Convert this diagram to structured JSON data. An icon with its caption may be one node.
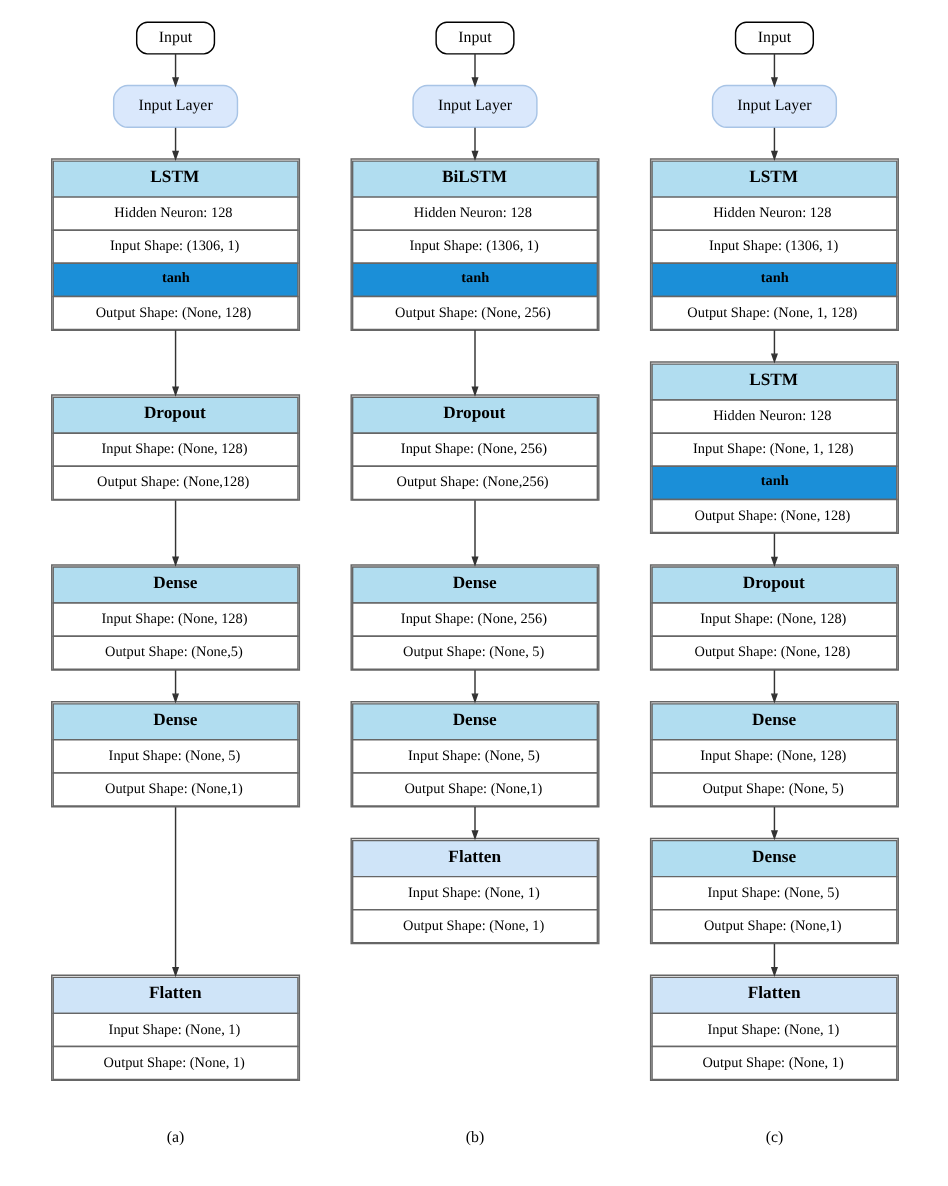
{
  "diagram": {
    "nodes": [
      {
        "text": [
          "Input"
        ]
      },
      {
        "text": [
          "Input Layer"
        ]
      },
      {
        "text": [
          "LSTM",
          "Hidden Neuron: 128",
          "Input Shape: (1306, 1)",
          "tanh",
          "Output Shape: (None, 128)"
        ]
      },
      {
        "text": [
          "Dropout",
          "Input Shape: (None, 128)",
          "Output Shape: (None,128)"
        ]
      },
      {
        "text": [
          "Dense",
          "Input Shape: (None, 128)",
          "Output Shape: (None,5)"
        ]
      },
      {
        "text": [
          "Dense",
          "Input Shape: (None, 5)",
          "Output Shape: (None,1)"
        ]
      },
      {
        "text": [
          "Flatten",
          "Input Shape: (None, 1)",
          "Output Shape: (None, 1)"
        ]
      },
      {
        "text": [
          "Input"
        ]
      },
      {
        "text": [
          "Input Layer"
        ]
      },
      {
        "text": [
          "BiLSTM",
          "Hidden Neuron: 128",
          "Input Shape: (1306, 1)",
          "tanh",
          "Output Shape: (None, 256)"
        ]
      },
      {
        "text": [
          "Dropout",
          "Input Shape: (None, 256)",
          "Output Shape: (None,256)"
        ]
      },
      {
        "text": [
          "Dense",
          "Input Shape: (None, 256)",
          "Output Shape: (None, 5)"
        ]
      },
      {
        "text": [
          "Dense",
          "Input Shape: (None, 5)",
          "Output Shape: (None,1)"
        ]
      },
      {
        "text": [
          "Flatten",
          "Input Shape: (None, 1)",
          "Output Shape: (None, 1)"
        ]
      },
      {
        "text": [
          "Input"
        ]
      },
      {
        "text": [
          "Input Layer"
        ]
      },
      {
        "text": [
          "LSTM",
          "Hidden Neuron: 128",
          "Input Shape: (1306, 1)",
          "tanh",
          "Output Shape: (None, 1, 128)"
        ]
      },
      {
        "text": [
          "LSTM",
          "Hidden Neuron: 128",
          "Input Shape: (None, 1, 128)",
          "tanh",
          "Output Shape: (None, 128)"
        ]
      },
      {
        "text": [
          "Dropout",
          "Input Shape: (None, 128)",
          "Output Shape: (None, 128)"
        ]
      },
      {
        "text": [
          "Dense",
          "Input Shape: (None, 128)",
          "Output Shape: (None, 5)"
        ]
      },
      {
        "text": [
          "Dense",
          "Input Shape: (None, 5)",
          "Output Shape: (None,1)"
        ]
      },
      {
        "text": [
          "Flatten",
          "Input Shape: (None, 1)",
          "Output Shape: (None, 1)"
        ]
      }
    ],
    "edges": [
      {
        "from": 0,
        "to": 1,
        "arrow": "to"
      },
      {
        "from": 1,
        "to": 2,
        "arrow": "to"
      },
      {
        "from": 2,
        "to": 3,
        "arrow": "to"
      },
      {
        "from": 3,
        "to": 4,
        "arrow": "to"
      },
      {
        "from": 4,
        "to": 5,
        "arrow": "to"
      },
      {
        "from": 5,
        "to": 6,
        "arrow": "to"
      },
      {
        "from": 7,
        "to": 8,
        "arrow": "to"
      },
      {
        "from": 8,
        "to": 9,
        "arrow": "to"
      },
      {
        "from": 9,
        "to": 10,
        "arrow": "to"
      },
      {
        "from": 10,
        "to": 11,
        "arrow": "to"
      },
      {
        "from": 11,
        "to": 12,
        "arrow": "to"
      },
      {
        "from": 12,
        "to": 13,
        "arrow": "to"
      },
      {
        "from": 14,
        "to": 15,
        "arrow": "to"
      },
      {
        "from": 15,
        "to": 16,
        "arrow": "to"
      },
      {
        "from": 16,
        "to": 17,
        "arrow": "to"
      },
      {
        "from": 17,
        "to": 18,
        "arrow": "to"
      },
      {
        "from": 18,
        "to": 19,
        "arrow": "to"
      },
      {
        "from": 19,
        "to": 20,
        "arrow": "to"
      },
      {
        "from": 20,
        "to": 21,
        "arrow": "to"
      }
    ],
    "labels": [
      "(a)",
      "(b)",
      "(c)"
    ]
  }
}
